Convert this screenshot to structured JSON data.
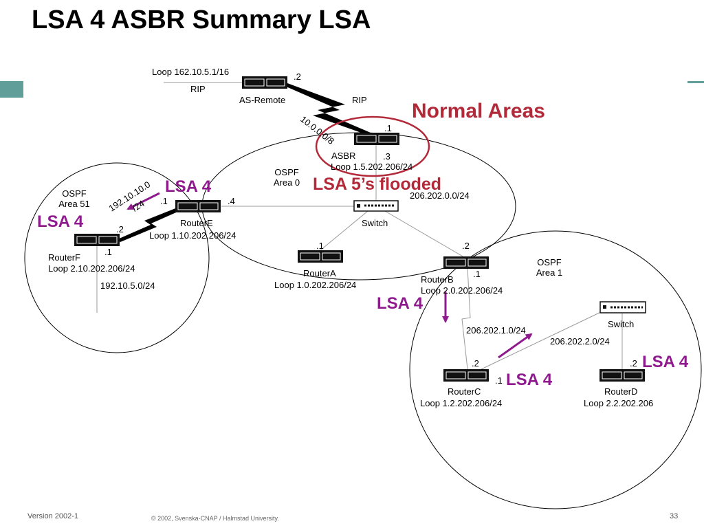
{
  "title": "LSA 4 ASBR Summary LSA",
  "headline_normal_areas": "Normal Areas",
  "headline_lsa5": "LSA 5’s flooded",
  "lsa4_label": "LSA 4",
  "areas": {
    "area0": {
      "line1": "OSPF",
      "line2": "Area 0"
    },
    "area51": {
      "line1": "OSPF",
      "line2": "Area 51"
    },
    "area1": {
      "line1": "OSPF",
      "line2": "Area 1"
    }
  },
  "as_remote": {
    "name": "AS-Remote",
    "loop": "Loop 162.10.5.1/16",
    "rip_left": "RIP",
    "rip_right": "RIP",
    "if_dot2": ".2",
    "serial_net": "10.0.0.0/8"
  },
  "asbr": {
    "name": "ASBR",
    "loop": "Loop 1.5.202.206/24",
    "if_dot1": ".1",
    "if_dot3": ".3"
  },
  "router_e": {
    "name": "RouterE",
    "loop": "Loop 1.10.202.206/24",
    "if_dot1": ".1",
    "if_dot4": ".4"
  },
  "router_f": {
    "name": "RouterF",
    "loop": "Loop 2.10.202.206/24",
    "if_dot2": ".2",
    "if_dot1": ".1",
    "lan_net": "192.10.5.0/24"
  },
  "serial_ef": {
    "line1": "192.10.10.0",
    "line2": "/24"
  },
  "router_a": {
    "name": "RouterA",
    "loop": "Loop 1.0.202.206/24",
    "if_dot1": ".1"
  },
  "router_b": {
    "name": "RouterB",
    "loop": "Loop 2.0.202.206/24",
    "if_dot2": ".2",
    "if_dot1": ".1"
  },
  "router_c": {
    "name": "RouterC",
    "loop": "Loop 1.2.202.206/24",
    "if_dot2": ".2",
    "if_dot1": ".1"
  },
  "router_d": {
    "name": "RouterD",
    "loop": "Loop 2.2.202.206",
    "if_dot2": ".2"
  },
  "switch_area0": {
    "name": "Switch",
    "net": "206.202.0.0/24"
  },
  "switch_area1": {
    "name": "Switch"
  },
  "net_bc": "206.202.1.0/24",
  "net_area1_lan": "206.202.2.0/24",
  "footer": {
    "version": "Version 2002-1",
    "copyright": "© 2002, Svenska-CNAP / Halmstad University.",
    "page": "33"
  },
  "colors": {
    "lsa_purple": "#8e1a8e",
    "normal_red": "#b22a3a",
    "teal": "#5f9e99"
  }
}
